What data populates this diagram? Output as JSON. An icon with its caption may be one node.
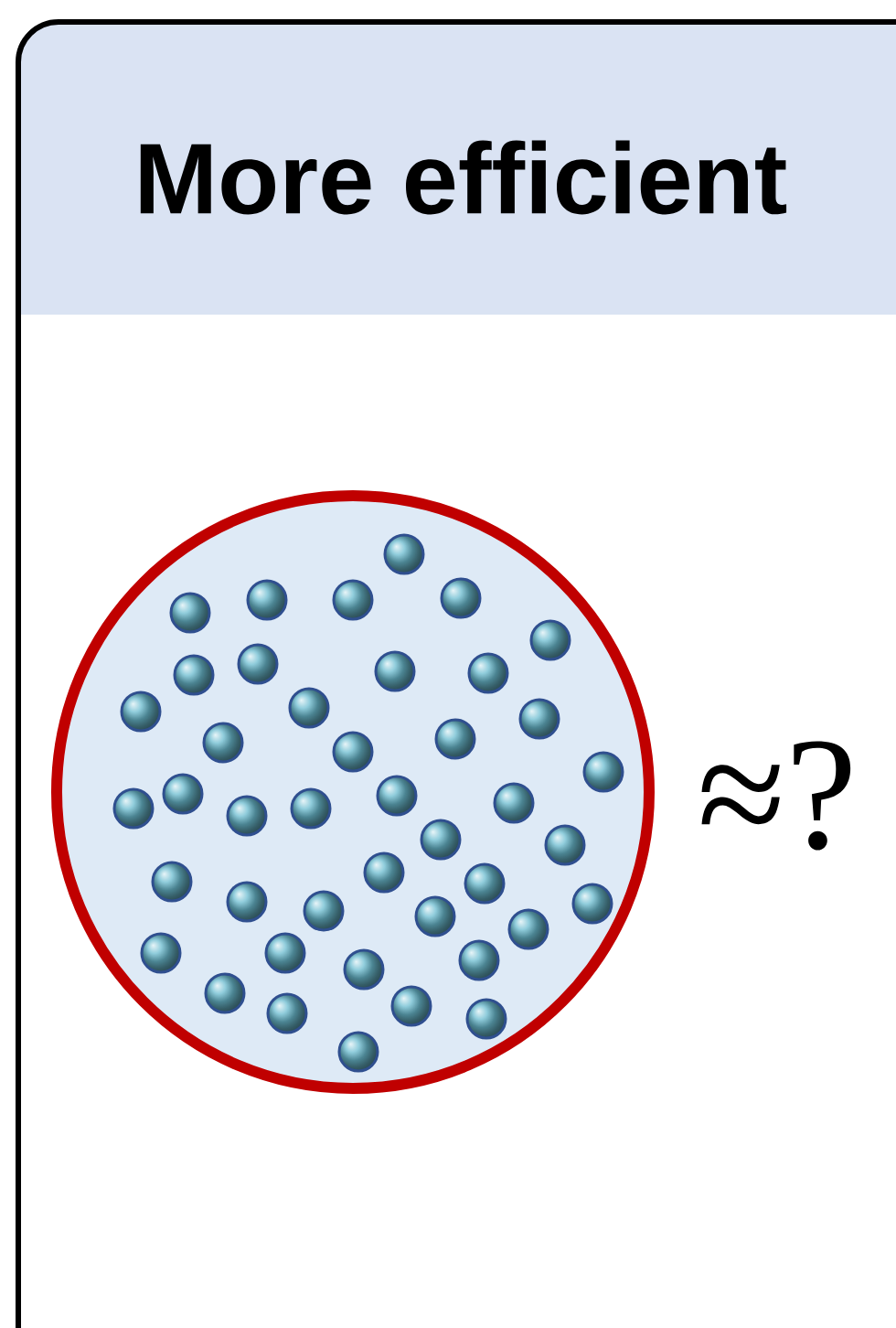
{
  "diagram": {
    "nodes": [
      {
        "text": [
          "More efficient"
        ]
      },
      {
        "text": [],
        "shape": "circle",
        "in": 0
      }
    ],
    "labels": [
      "≈?"
    ]
  }
}
